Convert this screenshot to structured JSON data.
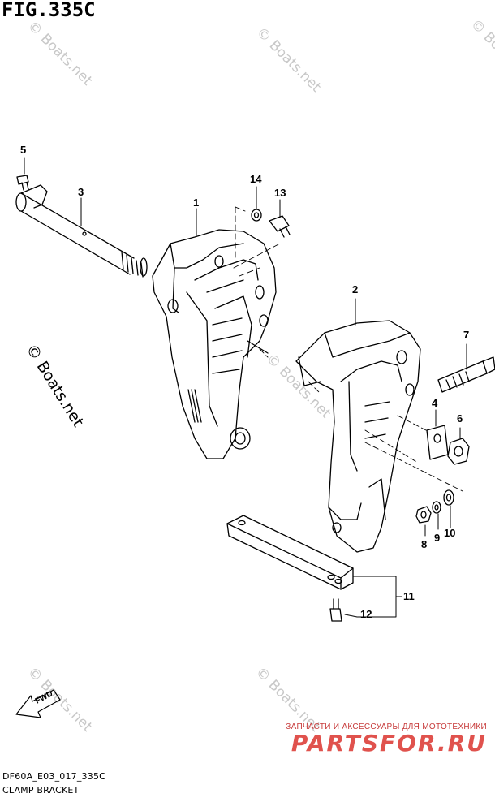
{
  "figure": {
    "title": "FIG.335C",
    "code": "DF60A_E03_017_335C",
    "name": "CLAMP BRACKET"
  },
  "watermark": {
    "text": "© Boats.net"
  },
  "fwd_label": "FWD",
  "promo": {
    "tagline": "ЗАПЧАСТИ И АКСЕССУАРЫ ДЛЯ МОТОТЕХНИКИ",
    "brand": "PARTSFOR.RU"
  },
  "callouts": [
    "1",
    "2",
    "3",
    "4",
    "5",
    "6",
    "7",
    "8",
    "9",
    "10",
    "11",
    "12",
    "13",
    "14"
  ],
  "colors": {
    "line": "#000000",
    "watermark": "#c8c8c8",
    "promo": "#e0524d"
  }
}
